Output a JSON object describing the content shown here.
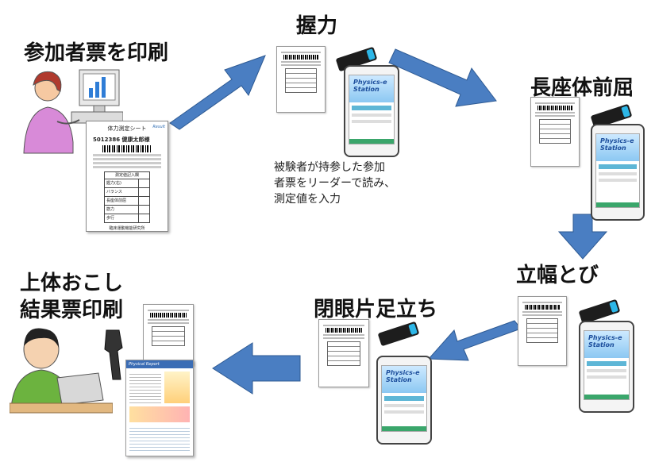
{
  "stations": {
    "print_ticket": "参加者票を印刷",
    "grip": "握力",
    "sit_reach": "長座体前屈",
    "long_jump": "立幅とび",
    "balance": "閉眼片足立ち",
    "situp_result_line1": "上体おこし",
    "situp_result_line2": "結果票印刷"
  },
  "note": {
    "line1": "被験者が持参した参加",
    "line2": "者票をリーダーで読み、",
    "line3": "測定値を入力"
  },
  "participant_sheet": {
    "title": "体力測定シート",
    "name": "5012386 健康太郎様",
    "result_mark": "Result",
    "table_header": "測定値記入欄",
    "rows": [
      "握力(右)",
      "バランス",
      "長座体前屈",
      "筋力",
      "歩行"
    ],
    "footer": "臨床運動機能研究所"
  },
  "app": {
    "brand_line1": "Physics-e",
    "brand_line2": "Station"
  },
  "report": {
    "title": "Physical Report"
  },
  "colors": {
    "arrow": "#4a7ec2",
    "arrow_border": "#2e5a93",
    "reader_face": "#2db7e8",
    "app_header": "#8cc8f2"
  },
  "icons": [
    "person-at-computer-illustration",
    "person-with-laptop-illustration",
    "barcode-scanner-icon",
    "barcode-reader-icon",
    "tablet-icon"
  ]
}
